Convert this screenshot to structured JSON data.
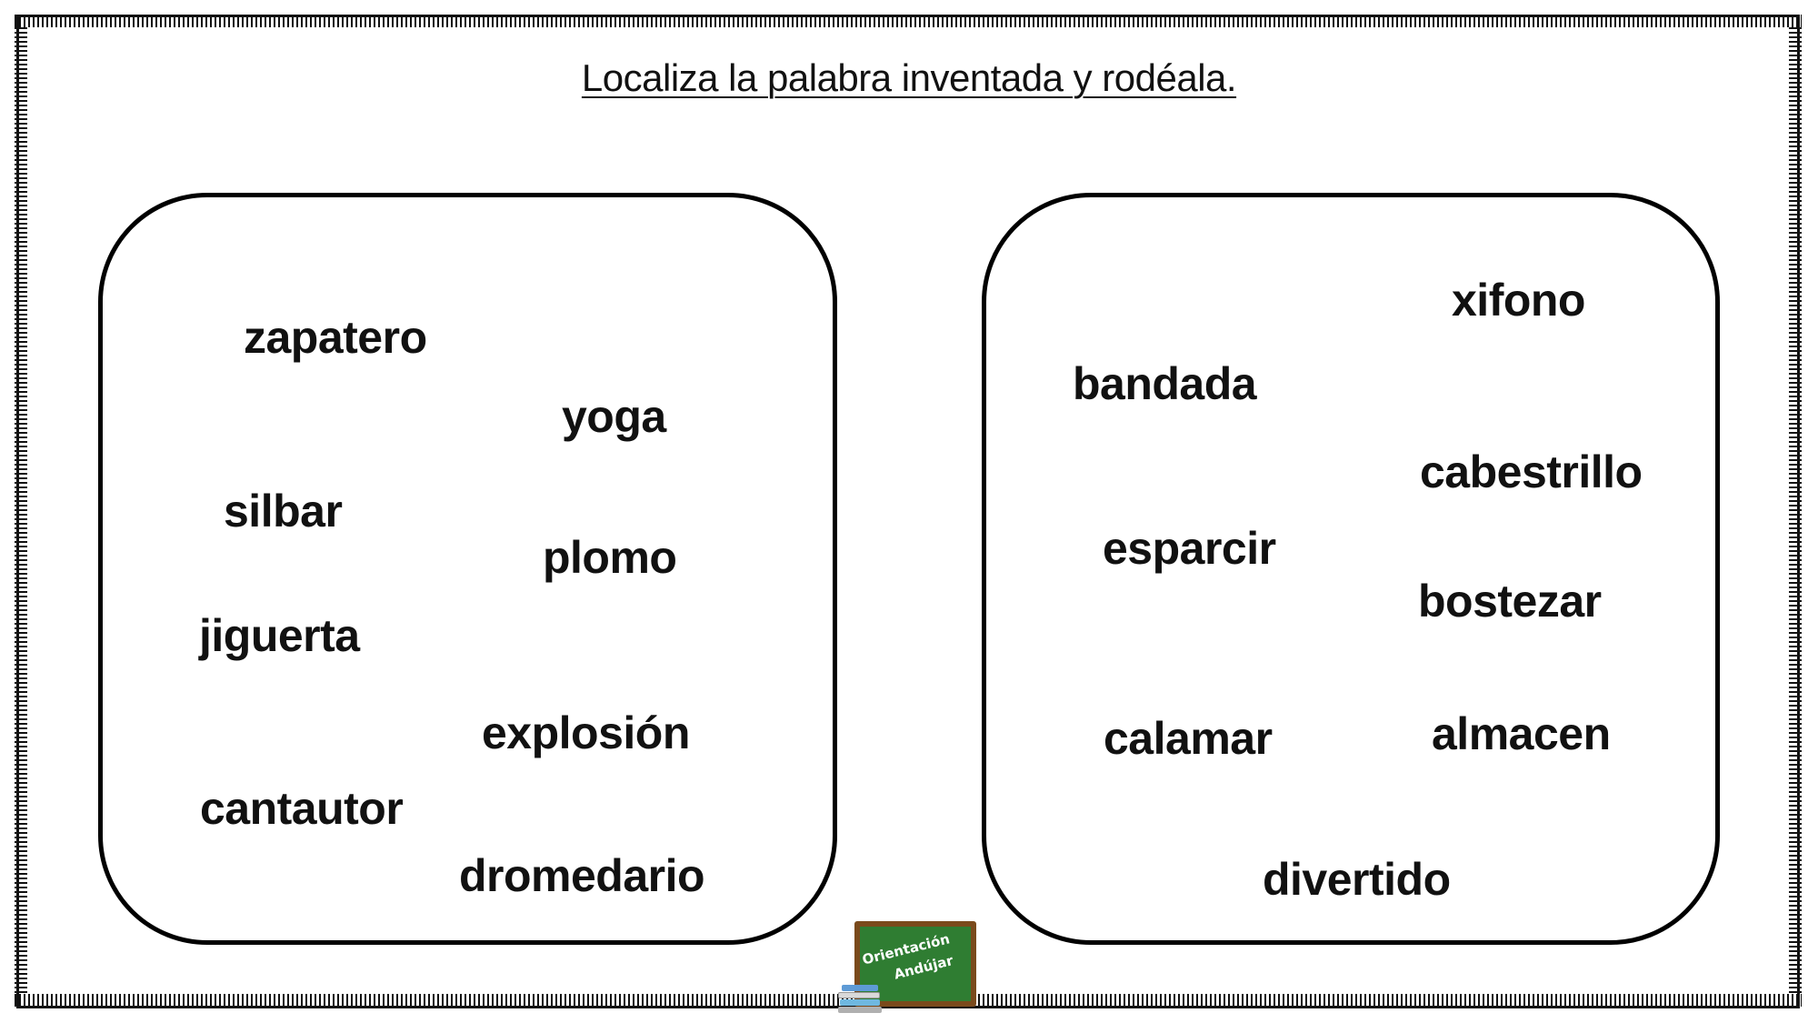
{
  "title": "Localiza la palabra inventada y rodéala.",
  "left_group": {
    "words": [
      "zapatero",
      "yoga",
      "silbar",
      "plomo",
      "jiguerta",
      "explosión",
      "cantautor",
      "dromedario"
    ]
  },
  "right_group": {
    "words": [
      "xifono",
      "bandada",
      "cabestrillo",
      "esparcir",
      "bostezar",
      "calamar",
      "almacen",
      "divertido"
    ]
  },
  "logo": {
    "line1": "Orientación",
    "line2": "Andújar",
    "icon": "chalkboard-books-icon"
  },
  "colors": {
    "text": "#111111",
    "board_green": "#2f7d32",
    "board_frame": "#7a4a1c"
  }
}
